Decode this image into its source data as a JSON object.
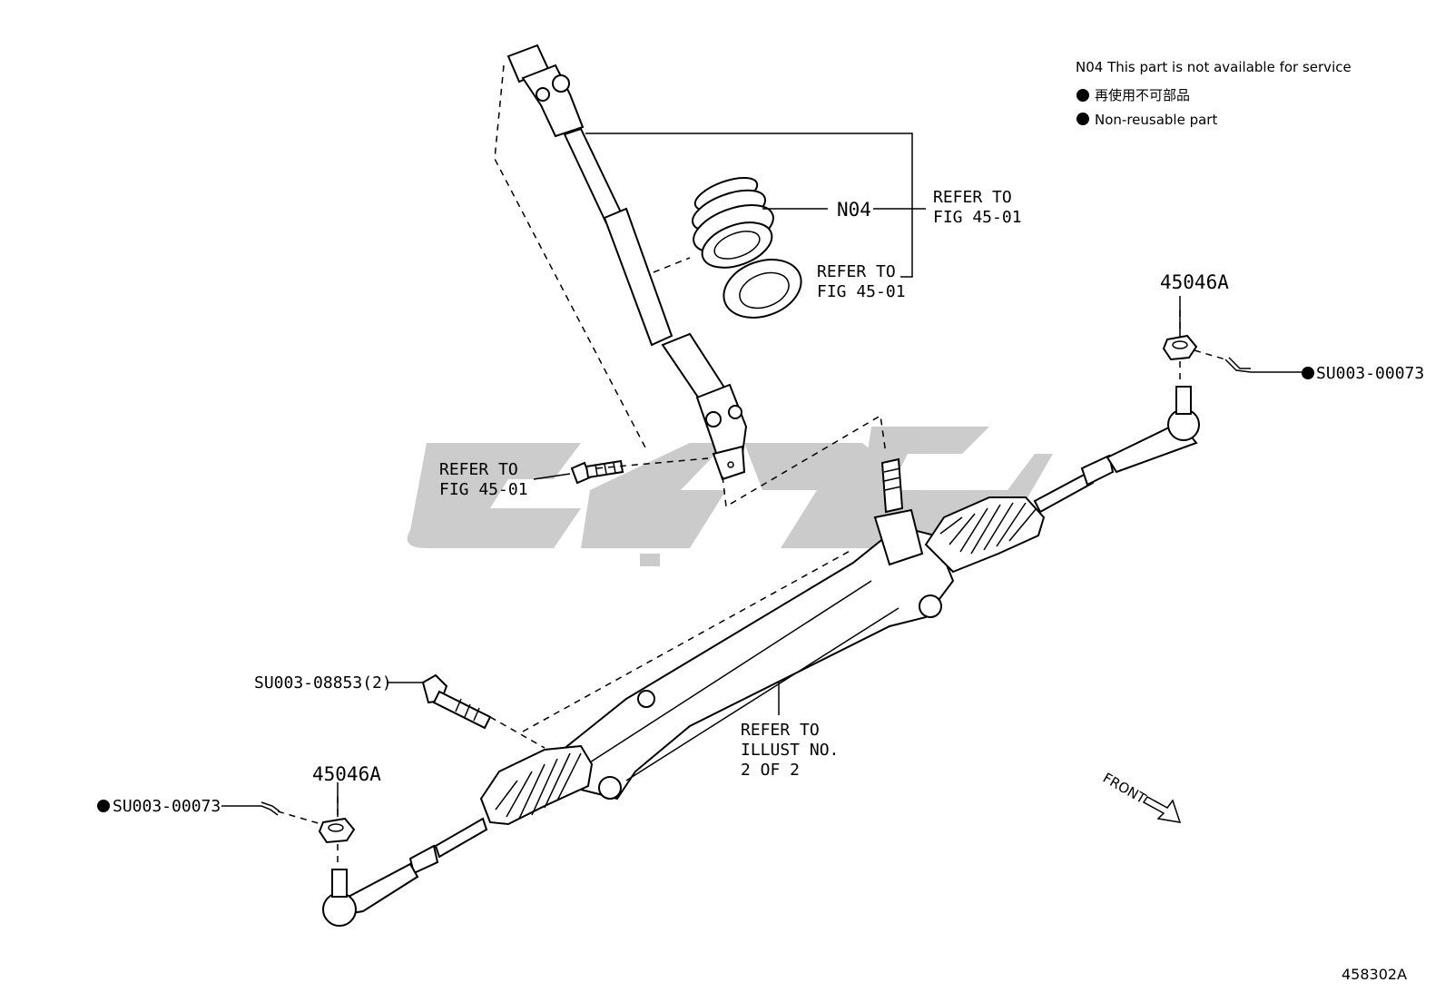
{
  "legend": {
    "n04_note": "N04 This part is not available for service",
    "bullet_jp": "再使用不可部品",
    "bullet_en": "Non-reusable part"
  },
  "labels": {
    "n04": "N04",
    "refer_to": "REFER TO",
    "fig_45_01": "FIG 45-01",
    "nut_right": "45046A",
    "nut_left": "45046A",
    "cotter_right": "SU003-00073",
    "cotter_left": "SU003-00073",
    "bolt": "SU003-08853(2)",
    "illust_line1": "REFER TO",
    "illust_line2": "ILLUST NO.",
    "illust_line3": "2 OF 2",
    "front": "FRONT",
    "diagram_id": "458302A"
  }
}
